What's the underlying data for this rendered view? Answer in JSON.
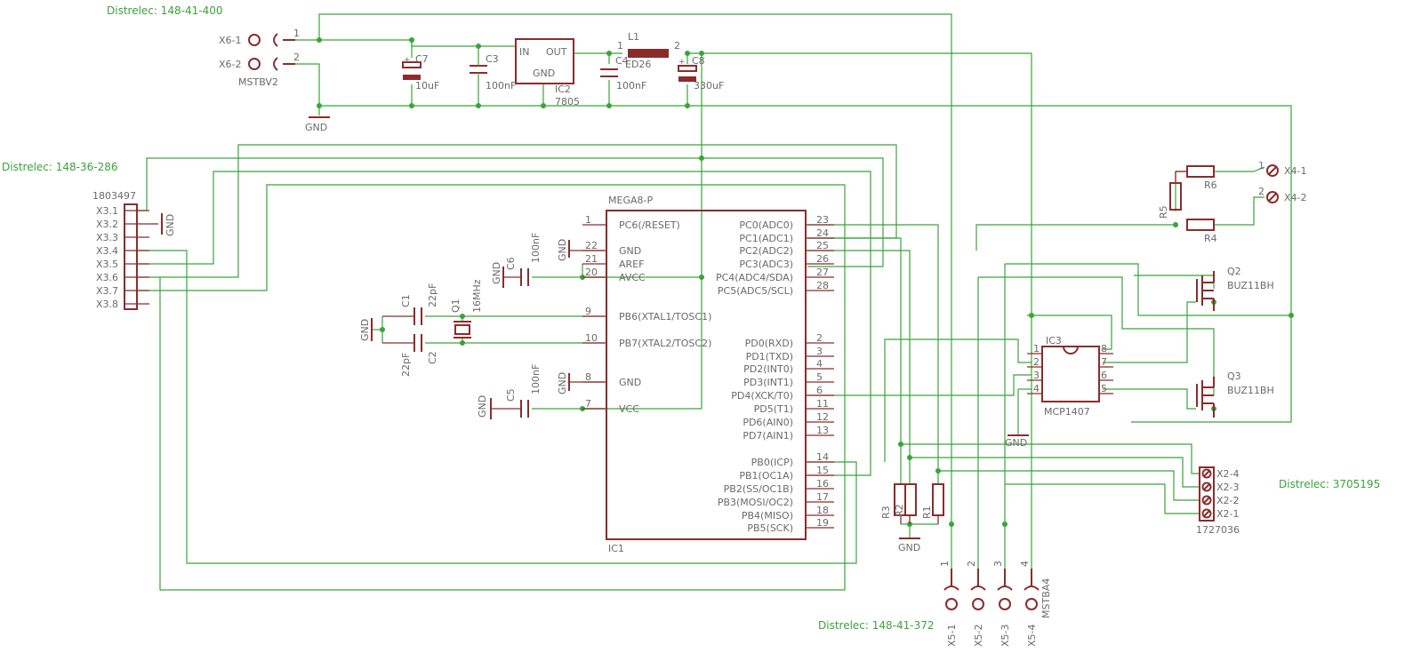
{
  "notes": {
    "d1": "Distrelec: 148-41-400",
    "d2": "Distrelec: 148-36-286",
    "d3": "Distrelec: 3705195",
    "d4": "Distrelec: 148-41-372"
  },
  "connectors": {
    "x6": {
      "pins": [
        "X6-1",
        "X6-2"
      ],
      "pinnums": [
        "1",
        "2"
      ],
      "part": "MSTBV2"
    },
    "x3": {
      "part": "1803497",
      "pins": [
        "X3.1",
        "X3.2",
        "X3.3",
        "X3.4",
        "X3.5",
        "X3.6",
        "X3.7",
        "X3.8"
      ]
    },
    "x4": {
      "pins": [
        "X4-1",
        "X4-2"
      ],
      "pinnums": [
        "1",
        "2"
      ]
    },
    "x2": {
      "pins": [
        "X2-4",
        "X2-3",
        "X2-2",
        "X2-1"
      ],
      "part": "1727036"
    },
    "x5": {
      "pins": [
        "X5-1",
        "X5-2",
        "X5-3",
        "X5-4"
      ],
      "pinnums": [
        "1",
        "2",
        "3",
        "4"
      ],
      "part": "MSTBA4"
    }
  },
  "power": {
    "c7": {
      "name": "C7",
      "value": "10uF"
    },
    "c3": {
      "name": "C3",
      "value": "100nF"
    },
    "ic2": {
      "name": "IC2",
      "part": "7805",
      "in": "IN",
      "out": "OUT",
      "gnd": "GND"
    },
    "c4": {
      "name": "C4",
      "value": "100nF"
    },
    "l1": {
      "name": "L1",
      "part": "ED26",
      "p1": "1",
      "p2": "2"
    },
    "c8": {
      "name": "C8",
      "value": "330uF"
    }
  },
  "gnd": "GND",
  "mcu": {
    "part": "MEGA8-P",
    "name": "IC1",
    "left": [
      {
        "num": "1",
        "name": "PC6(/RESET)"
      },
      {
        "num": "22",
        "name": "GND"
      },
      {
        "num": "21",
        "name": "AREF"
      },
      {
        "num": "20",
        "name": "AVCC"
      },
      {
        "num": "9",
        "name": "PB6(XTAL1/TOSC1)"
      },
      {
        "num": "10",
        "name": "PB7(XTAL2/TOSC2)"
      },
      {
        "num": "8",
        "name": "GND"
      },
      {
        "num": "7",
        "name": "VCC"
      }
    ],
    "right": [
      {
        "num": "23",
        "name": "PC0(ADC0)"
      },
      {
        "num": "24",
        "name": "PC1(ADC1)"
      },
      {
        "num": "25",
        "name": "PC2(ADC2)"
      },
      {
        "num": "26",
        "name": "PC3(ADC3)"
      },
      {
        "num": "27",
        "name": "PC4(ADC4/SDA)"
      },
      {
        "num": "28",
        "name": "PC5(ADC5/SCL)"
      },
      {
        "num": "2",
        "name": "PD0(RXD)"
      },
      {
        "num": "3",
        "name": "PD1(TXD)"
      },
      {
        "num": "4",
        "name": "PD2(INT0)"
      },
      {
        "num": "5",
        "name": "PD3(INT1)"
      },
      {
        "num": "6",
        "name": "PD4(XCK/T0)"
      },
      {
        "num": "11",
        "name": "PD5(T1)"
      },
      {
        "num": "12",
        "name": "PD6(AIN0)"
      },
      {
        "num": "13",
        "name": "PD7(AIN1)"
      },
      {
        "num": "14",
        "name": "PB0(ICP)"
      },
      {
        "num": "15",
        "name": "PB1(OC1A)"
      },
      {
        "num": "16",
        "name": "PB2(SS/OC1B)"
      },
      {
        "num": "17",
        "name": "PB3(MOSI/OC2)"
      },
      {
        "num": "18",
        "name": "PB4(MISO)"
      },
      {
        "num": "19",
        "name": "PB5(SCK)"
      }
    ]
  },
  "passives": {
    "c6": {
      "name": "C6",
      "value": "100nF"
    },
    "c1": {
      "name": "C1",
      "value": "22pF"
    },
    "c2": {
      "name": "C2",
      "value": "22pF"
    },
    "q1": {
      "name": "Q1",
      "value": "16MHz"
    },
    "c5": {
      "name": "C5",
      "value": "100nF"
    },
    "r1": "R1",
    "r2": "R2",
    "r3": "R3",
    "r4": "R4",
    "r5": "R5",
    "r6": "R6"
  },
  "driver": {
    "name": "IC3",
    "part": "MCP1407",
    "pins": [
      "1",
      "2",
      "3",
      "4",
      "8",
      "7",
      "6",
      "5"
    ]
  },
  "mosfets": {
    "q2": {
      "name": "Q2",
      "part": "BUZ11BH"
    },
    "q3": {
      "name": "Q3",
      "part": "BUZ11BH"
    }
  }
}
